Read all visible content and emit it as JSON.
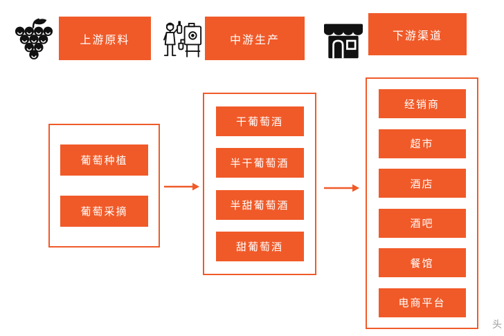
{
  "page": {
    "background": "#ffffff",
    "accent": "#F05A28",
    "icon_color": "#111111",
    "watermark_fragment": "头"
  },
  "header": {
    "stages": [
      {
        "icon": "grapes-icon",
        "label": "上游原料"
      },
      {
        "icon": "winemaker-icon",
        "label": "中游生产"
      },
      {
        "icon": "storefront-icon",
        "label": "下游渠道"
      }
    ]
  },
  "columns": [
    {
      "name": "upstream",
      "items": [
        "葡萄种植",
        "葡萄采摘"
      ]
    },
    {
      "name": "midstream",
      "items": [
        "干葡萄酒",
        "半干葡萄酒",
        "半甜葡萄酒",
        "甜葡萄酒"
      ]
    },
    {
      "name": "downstream",
      "items": [
        "经销商",
        "超市",
        "酒店",
        "酒吧",
        "餐馆",
        "电商平台"
      ]
    }
  ]
}
